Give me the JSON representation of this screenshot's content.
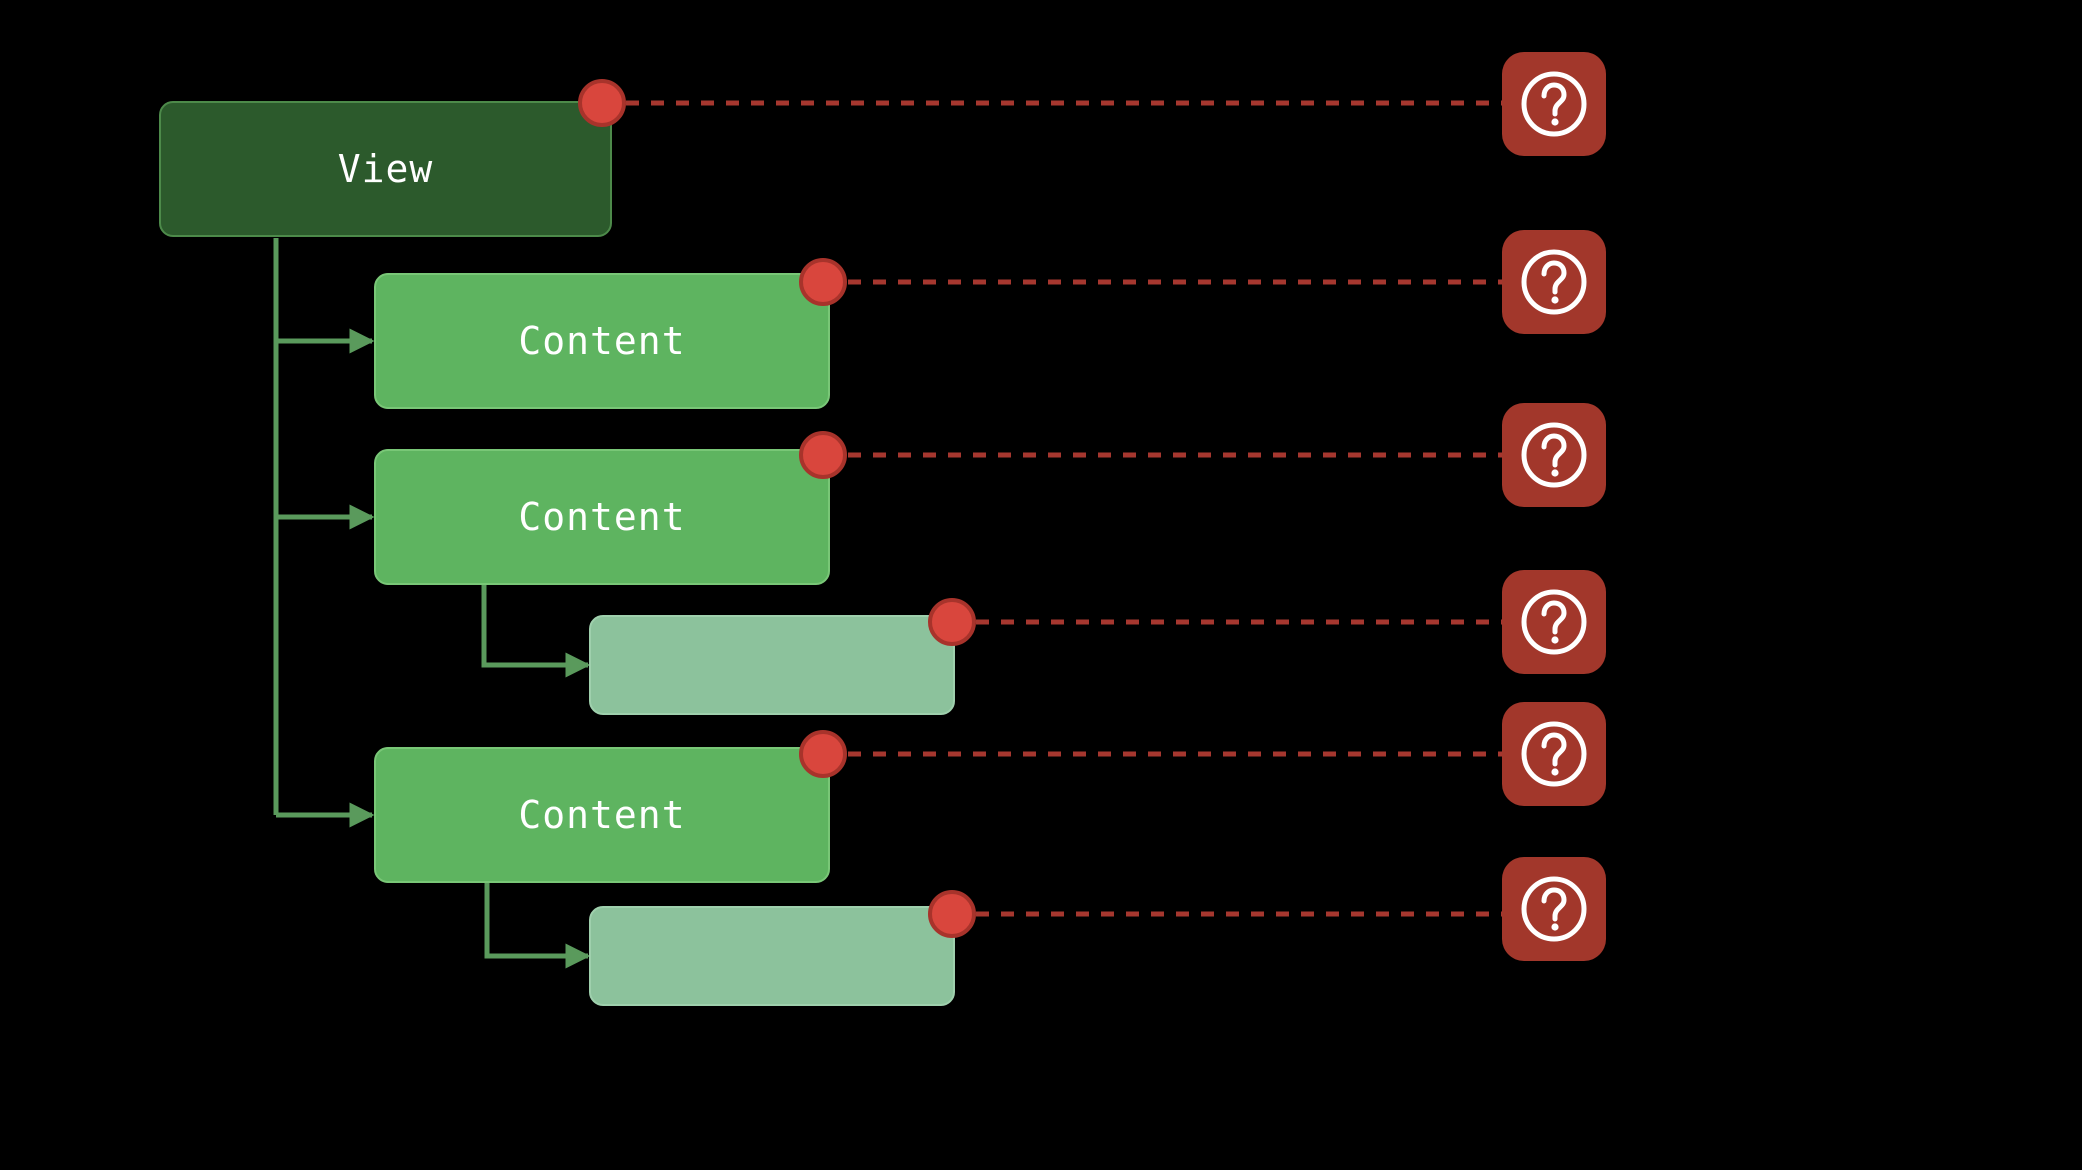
{
  "nodes": [
    {
      "id": "view",
      "label": "View",
      "kind": "root"
    },
    {
      "id": "content-1",
      "label": "Content",
      "kind": "content"
    },
    {
      "id": "content-2",
      "label": "Content",
      "kind": "content"
    },
    {
      "id": "leaf-1",
      "label": "",
      "kind": "leaf"
    },
    {
      "id": "content-3",
      "label": "Content",
      "kind": "content"
    },
    {
      "id": "leaf-2",
      "label": "",
      "kind": "leaf"
    }
  ],
  "badges": [
    {
      "icon": "question-mark-icon"
    },
    {
      "icon": "question-mark-icon"
    },
    {
      "icon": "question-mark-icon"
    },
    {
      "icon": "question-mark-icon"
    },
    {
      "icon": "question-mark-icon"
    },
    {
      "icon": "question-mark-icon"
    }
  ],
  "colors": {
    "background": "#000000",
    "root_fill": "#2c5a2c",
    "content_fill": "#5eb460",
    "leaf_fill": "#8cc29c",
    "connector": "#5a9a5c",
    "marker": "#d9463d",
    "dashed_link": "#a6372f",
    "badge": "#a2372b"
  }
}
